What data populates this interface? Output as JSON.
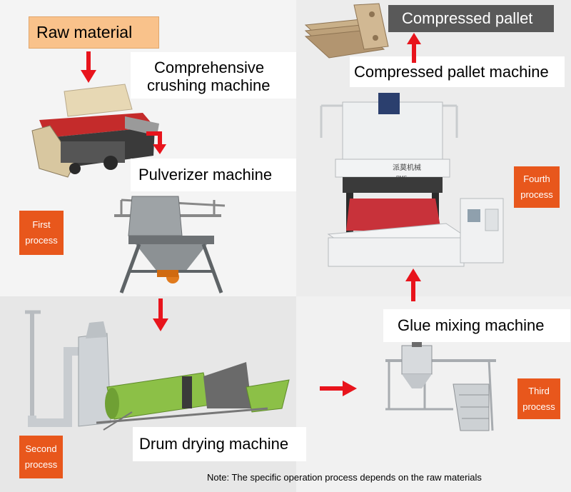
{
  "labels": {
    "raw_material": "Raw material",
    "crushing_line1": "Comprehensive",
    "crushing_line2": "crushing machine",
    "pulverizer": "Pulverizer machine",
    "drum_drying": "Drum drying machine",
    "glue_mixing": "Glue mixing machine",
    "pallet_machine": "Compressed pallet machine",
    "compressed_pallet": "Compressed pallet"
  },
  "processes": {
    "first_1": "First",
    "first_2": "process",
    "second_1": "Second",
    "second_2": "process",
    "third_1": "Third",
    "third_2": "process",
    "fourth_1": "Fourth",
    "fourth_2": "process"
  },
  "machine_text": {
    "press_brand": "派莫机械",
    "press_model": "PMS"
  },
  "note": "Note: The specific operation process depends on the raw materials",
  "colors": {
    "arrow": "#e8141c",
    "badge": "#e8571c",
    "raw_material_fill": "#f9c28b",
    "pallet_title_fill": "#595959"
  }
}
